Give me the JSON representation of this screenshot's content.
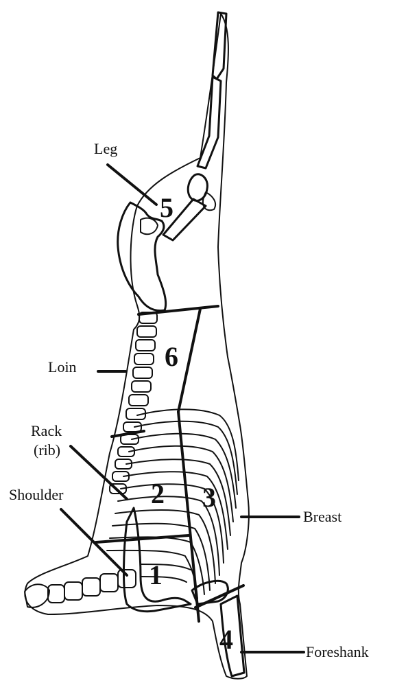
{
  "labels": {
    "leg": "Leg",
    "loin": "Loin",
    "rack_line1": "Rack",
    "rack_line2": "(rib)",
    "shoulder": "Shoulder",
    "breast": "Breast",
    "foreshank": "Foreshank"
  },
  "region_numbers": {
    "shoulder": "1",
    "rack": "2",
    "breast": "3",
    "foreshank": "4",
    "leg": "5",
    "loin": "6"
  },
  "colors": {
    "ink": "#111111",
    "background": "#ffffff"
  }
}
